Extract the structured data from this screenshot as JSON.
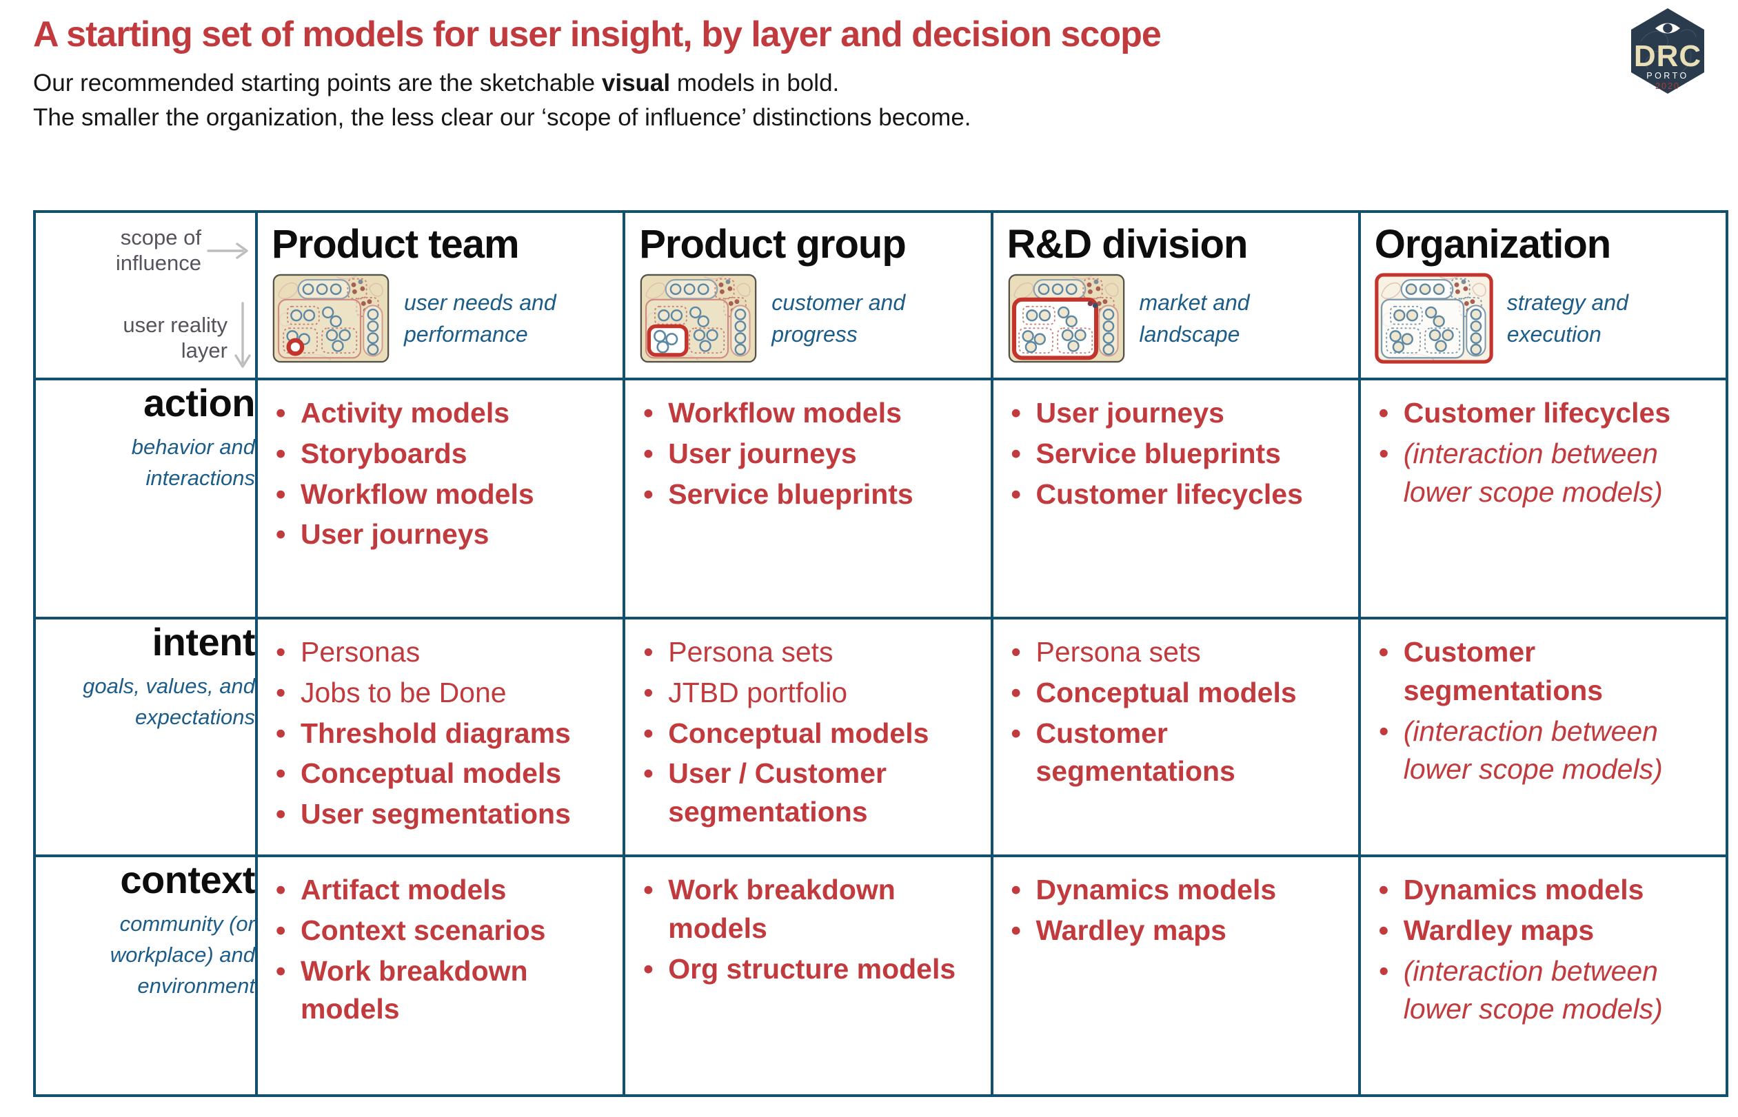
{
  "page": {
    "title": "A starting set of models for user insight, by layer and decision scope",
    "subtitle": {
      "pre": "Our recommended starting points are the sketchable ",
      "bold": "visual",
      "post": " models in bold.",
      "line2": "The smaller the organization, the less clear our ‘scope of influence’ distinctions become."
    },
    "logo": {
      "acronym": "DRC",
      "city": "PORTO",
      "year": "2020"
    }
  },
  "axes": {
    "scope": {
      "line1": "scope of",
      "line2": "influence",
      "arrow_icon": "right-arrow-icon"
    },
    "layer": {
      "line1": "user reality",
      "line2": "layer",
      "arrow_icon": "down-arrow-icon"
    }
  },
  "columns": [
    {
      "title": "Product team",
      "subtitle": "user needs and performance",
      "icon": "map-team-highlight-icon"
    },
    {
      "title": "Product group",
      "subtitle": "customer and progress",
      "icon": "map-group-highlight-icon"
    },
    {
      "title": "R&D division",
      "subtitle": "market and landscape",
      "icon": "map-division-highlight-icon"
    },
    {
      "title": "Organization",
      "subtitle": "strategy and execution",
      "icon": "map-organization-highlight-icon"
    }
  ],
  "rows": [
    {
      "title": "action",
      "subtitle": "behavior and interactions"
    },
    {
      "title": "intent",
      "subtitle": "goals, values, and expectations"
    },
    {
      "title": "context",
      "subtitle": "community (or workplace) and environment"
    }
  ],
  "cells": [
    [
      [
        {
          "text": "Activity models",
          "style": "bold"
        },
        {
          "text": "Storyboards",
          "style": "bold"
        },
        {
          "text": "Workflow models",
          "style": "bold"
        },
        {
          "text": "User journeys",
          "style": "bold"
        }
      ],
      [
        {
          "text": "Workflow models",
          "style": "bold"
        },
        {
          "text": "User journeys",
          "style": "bold"
        },
        {
          "text": "Service blueprints",
          "style": "bold"
        }
      ],
      [
        {
          "text": "User journeys",
          "style": "bold"
        },
        {
          "text": "Service blueprints",
          "style": "bold"
        },
        {
          "text": "Customer lifecycles",
          "style": "bold"
        }
      ],
      [
        {
          "text": "Customer lifecycles",
          "style": "bold"
        },
        {
          "text": "(interaction between lower scope models)",
          "style": "italic"
        }
      ]
    ],
    [
      [
        {
          "text": "Personas",
          "style": "regular"
        },
        {
          "text": "Jobs to be Done",
          "style": "regular"
        },
        {
          "text": "Threshold diagrams",
          "style": "bold"
        },
        {
          "text": "Conceptual models",
          "style": "bold"
        },
        {
          "text": "User segmentations",
          "style": "bold"
        }
      ],
      [
        {
          "text": "Persona sets",
          "style": "regular"
        },
        {
          "text": "JTBD portfolio",
          "style": "regular"
        },
        {
          "text": "Conceptual models",
          "style": "bold"
        },
        {
          "text": "User / Customer segmentations",
          "style": "bold"
        }
      ],
      [
        {
          "text": "Persona sets",
          "style": "regular"
        },
        {
          "text": "Conceptual models",
          "style": "bold"
        },
        {
          "text": "Customer segmentations",
          "style": "bold"
        }
      ],
      [
        {
          "text": "Customer segmentations",
          "style": "bold"
        },
        {
          "text": "(interaction between lower scope models)",
          "style": "italic"
        }
      ]
    ],
    [
      [
        {
          "text": "Artifact models",
          "style": "bold"
        },
        {
          "text": "Context scenarios",
          "style": "bold"
        },
        {
          "text": "Work breakdown models",
          "style": "bold"
        }
      ],
      [
        {
          "text": "Work breakdown models",
          "style": "bold"
        },
        {
          "text": "Org structure models",
          "style": "bold"
        }
      ],
      [
        {
          "text": "Dynamics models",
          "style": "bold"
        },
        {
          "text": "Wardley maps",
          "style": "bold"
        }
      ],
      [
        {
          "text": "Dynamics models",
          "style": "bold"
        },
        {
          "text": "Wardley maps",
          "style": "bold"
        },
        {
          "text": "(interaction between lower scope models)",
          "style": "italic"
        }
      ]
    ]
  ],
  "colors": {
    "red_text": "#c13a3e",
    "red_highlight": "#c2342c",
    "navy_border": "#12506f",
    "blue_italic": "#1c5c88",
    "gray_label": "#57525c",
    "map_tan": "#e9ddba",
    "logo_navy": "#2b3b4e",
    "logo_cream": "#e8dfb6"
  }
}
